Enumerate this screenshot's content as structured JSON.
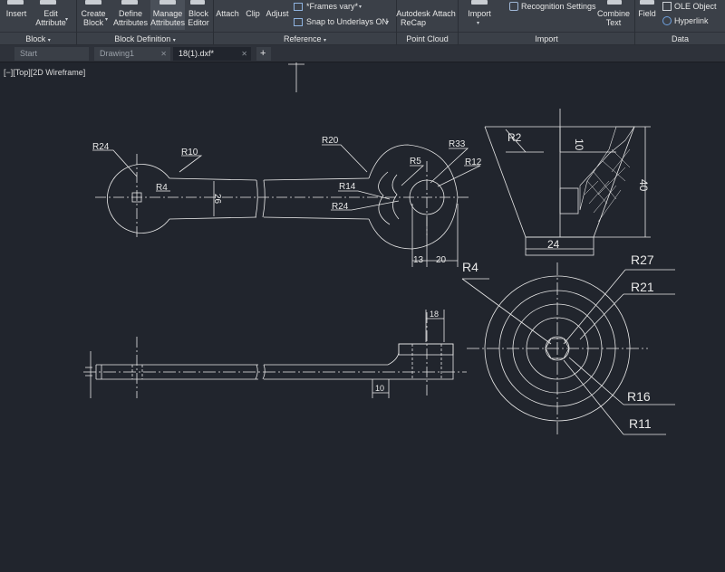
{
  "ribbon": {
    "buttons": [
      {
        "id": "insert",
        "label": "Insert"
      },
      {
        "id": "edit_attribute",
        "line1": "Edit",
        "line2": "Attribute"
      },
      {
        "id": "create_block",
        "line1": "Create",
        "line2": "Block"
      },
      {
        "id": "define_attributes",
        "line1": "Define",
        "line2": "Attributes"
      },
      {
        "id": "manage_attributes",
        "line1": "Manage",
        "line2": "Attributes"
      },
      {
        "id": "block_editor",
        "line1": "Block",
        "line2": "Editor"
      },
      {
        "id": "attach",
        "label": "Attach"
      },
      {
        "id": "clip",
        "label": "Clip"
      },
      {
        "id": "adjust",
        "label": "Adjust"
      },
      {
        "id": "frames_vary",
        "label": "*Frames vary*"
      },
      {
        "id": "snap_underlays",
        "label": "Snap to Underlays ON"
      },
      {
        "id": "autodesk_recap",
        "line1": "Autodesk",
        "line2": "ReCap"
      },
      {
        "id": "attach_pc",
        "label": "Attach"
      },
      {
        "id": "import",
        "label": "Import"
      },
      {
        "id": "recognition_settings",
        "label": "Recognition Settings"
      },
      {
        "id": "combine_text",
        "line1": "Combine",
        "line2": "Text"
      },
      {
        "id": "field",
        "label": "Field"
      },
      {
        "id": "ole_object",
        "label": "OLE Object"
      },
      {
        "id": "hyperlink",
        "label": "Hyperlink"
      }
    ],
    "groups": [
      "Block",
      "Block Definition",
      "Reference",
      "Point Cloud",
      "Import",
      "Data"
    ]
  },
  "tabs": [
    {
      "label": "Start",
      "active": false,
      "closable": false
    },
    {
      "label": "Drawing1",
      "active": false,
      "closable": true
    },
    {
      "label": "18(1).dxf*",
      "active": true,
      "closable": true
    }
  ],
  "viewport_label": "[−][Top][2D Wireframe]",
  "drawing": {
    "colors": {
      "line": "#e8e8e8",
      "background": "#21252d"
    },
    "dimensions": {
      "top_view": [
        "R24",
        "R10",
        "R4",
        "R20",
        "R5",
        "R33",
        "R12",
        "R14",
        "R24",
        "26",
        "13",
        "20"
      ],
      "section": [
        "R2",
        "10",
        "40",
        "24"
      ],
      "end_view": [
        "R4",
        "R27",
        "R21",
        "R16",
        "R11"
      ],
      "side_view": [
        "18",
        "10"
      ]
    }
  }
}
